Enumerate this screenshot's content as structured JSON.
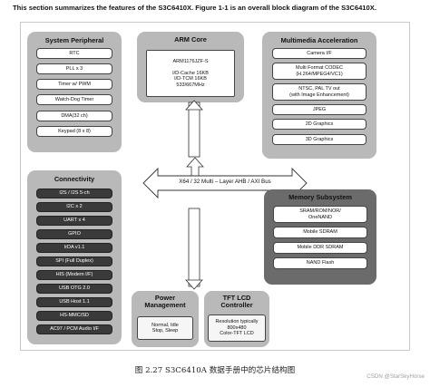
{
  "intro": "This section summarizes the features of the S3C6410X. Figure 1-1 is an overall block diagram of the S3C6410X.",
  "system_peripheral": {
    "title": "System Peripheral",
    "items": [
      "RTC",
      "PLL x 3",
      "Timer w/ PWM",
      "Watch-Dog Timer",
      "DMA(32 ch)",
      "Keypad (8 x 8)"
    ]
  },
  "arm_core": {
    "title": "ARM Core",
    "lines": [
      "ARM1176JZF-S",
      "I/D-Cache 16KB",
      "I/D-TCM 16KB",
      "533/667MHz"
    ]
  },
  "multimedia": {
    "title": "Multimedia Acceleration",
    "items": [
      "Camera I/F",
      "Multi Format CODEC\n(H.264/MPEG4/VC1)",
      "NTSC, PAL TV out\n(with Image Enhancement)",
      "JPEG",
      "2D Graphics",
      "3D Graphics"
    ]
  },
  "bus": {
    "label": "X64 / 32 Multi – Layer AHB / AXI Bus"
  },
  "connectivity": {
    "title": "Connectivity",
    "items": [
      "I2S / I2S 5-ch",
      "I2C x 2",
      "UART x 4",
      "GPIO",
      "IrDA v1.1",
      "SPI (Full Duplex)",
      "HIS (Modem I/F)",
      "USB OTG 2.0",
      "USB Host 1.1",
      "HS-MMC/SD",
      "AC97 / PCM Audio I/F"
    ]
  },
  "power": {
    "title": "Power\nManagement",
    "item": "Normal, Idle\nStop, Sleep"
  },
  "tft": {
    "title": "TFT LCD\nController",
    "item": "Resolution typically\n800x480\nColor-TFT LCD"
  },
  "memory": {
    "title": "Memory Subsystem",
    "items": [
      "SRAM/ROM/NOR/\nOneNAND",
      "Mobile SDRAM",
      "Mobile DDR SDRAM",
      "NAND Flash"
    ]
  },
  "caption": "图 2.27    S3C6410A 数据手册中的芯片结构图",
  "watermark": "CSDN @StarSkyHorse"
}
